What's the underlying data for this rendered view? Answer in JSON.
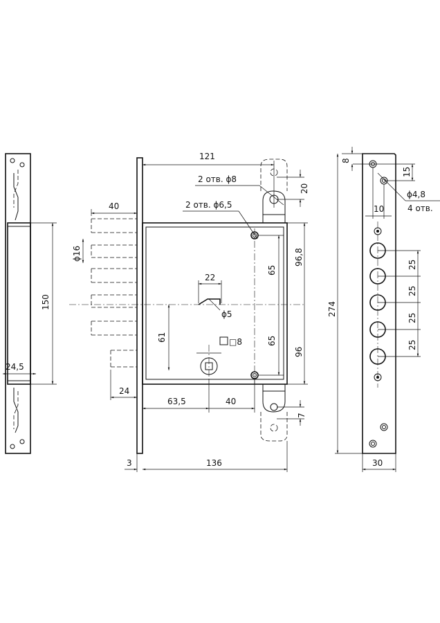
{
  "drawing": {
    "strike_plate": {
      "dim_height": "150",
      "dim_depth": "24,5"
    },
    "lock_body": {
      "dim_width_top": "121",
      "hole_label_8": "2 отв. ϕ8",
      "hole_label_65": "2 отв. ϕ6,5",
      "dim_bolt_projection": "40",
      "dim_bolt_diameter": "ϕ16",
      "dim_22": "22",
      "dim_hole_5": "ϕ5",
      "dim_61": "61",
      "dim_square": "□8",
      "dim_24": "24",
      "dim_635": "63,5",
      "dim_40_bottom": "40",
      "dim_3": "3",
      "dim_136": "136",
      "dim_65_top": "65",
      "dim_65_bottom": "65",
      "dim_968": "96,8",
      "dim_96": "96",
      "dim_20": "20",
      "dim_7": "7"
    },
    "face_plate": {
      "dim_8": "8",
      "dim_15": "15",
      "hole_label_48": "ϕ4,8",
      "hole_count": "4 отв.",
      "dim_10": "10",
      "dim_274": "274",
      "dim_25_values": [
        "25",
        "25",
        "25",
        "25"
      ],
      "dim_30": "30"
    }
  }
}
